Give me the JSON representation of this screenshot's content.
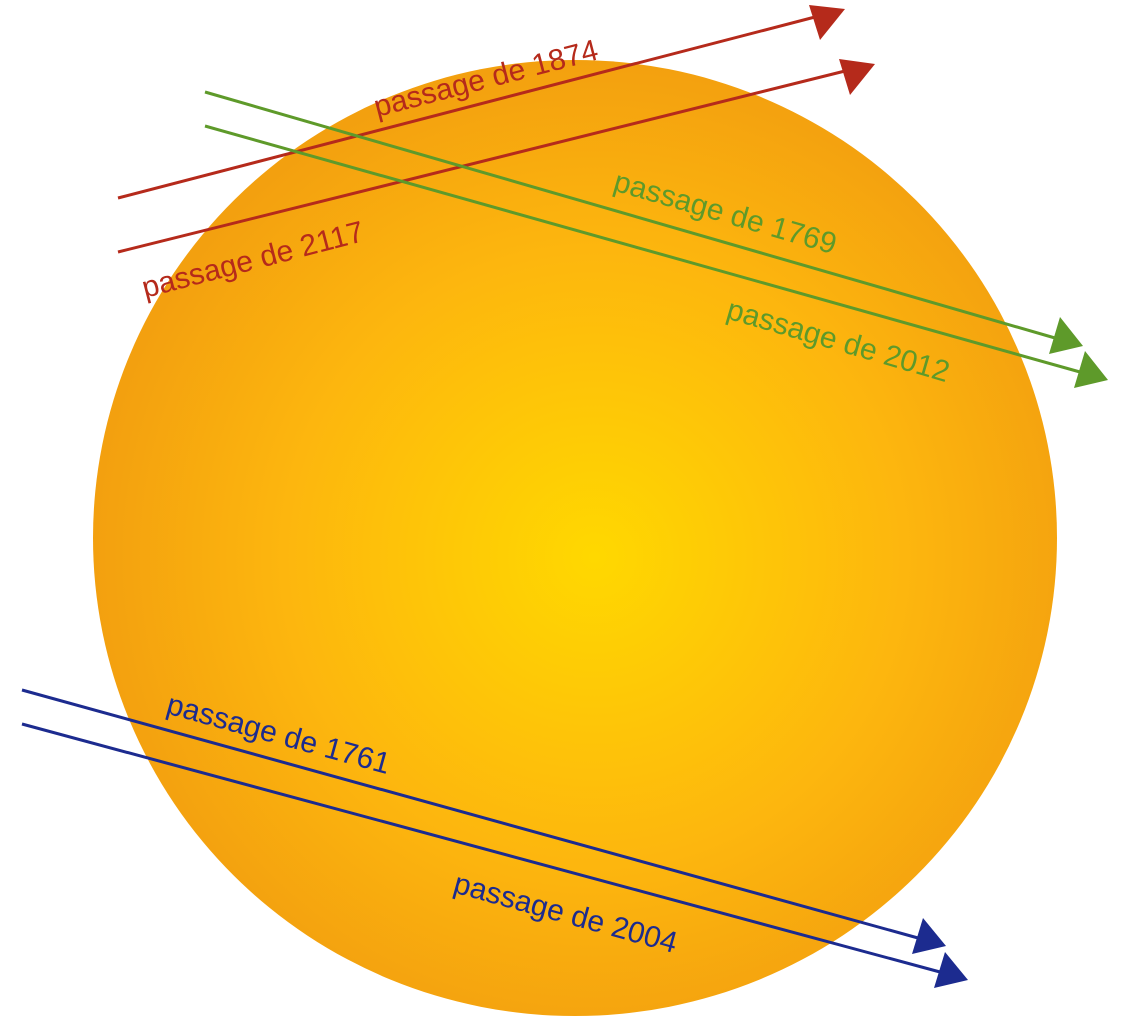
{
  "sun": {
    "colors": {
      "center": "#FFD800",
      "mid": "#FDB60E",
      "edge": "#F3A00F"
    }
  },
  "transits": [
    {
      "id": "1874",
      "label": "passage de 1874",
      "color": "#B52A1B"
    },
    {
      "id": "2117",
      "label": "passage de 2117",
      "color": "#B52A1B"
    },
    {
      "id": "1769",
      "label": "passage de 1769",
      "color": "#5E9A2A"
    },
    {
      "id": "2012",
      "label": "passage de 2012",
      "color": "#5E9A2A"
    },
    {
      "id": "1761",
      "label": "passage de 1761",
      "color": "#1C2B8F"
    },
    {
      "id": "2004",
      "label": "passage de 2004",
      "color": "#1C2B8F"
    }
  ]
}
